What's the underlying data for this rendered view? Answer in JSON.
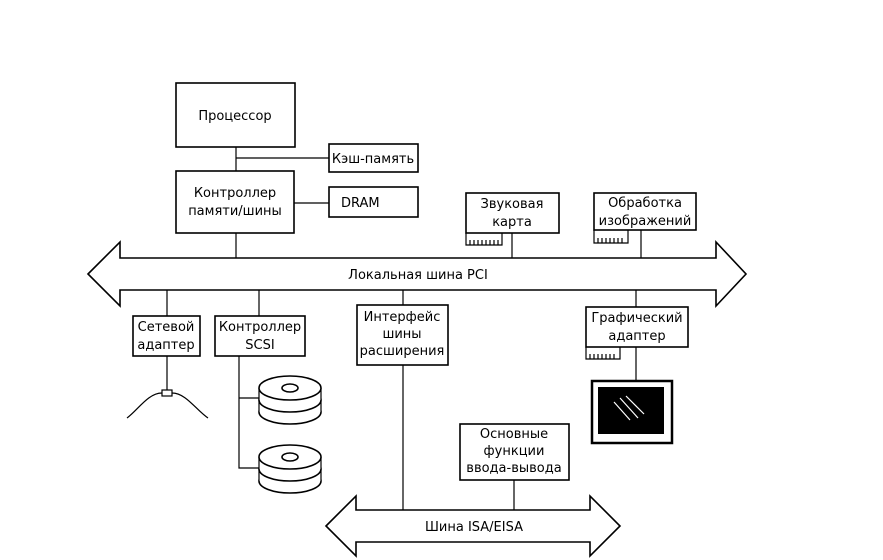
{
  "nodes": {
    "cpu": "Процессор",
    "cache": "Кэш-память",
    "mem_ctrl": [
      "Контроллер",
      "памяти/шины"
    ],
    "dram": "DRAM",
    "sound": [
      "Звуковая",
      "карта"
    ],
    "imaging": [
      "Обработка",
      "изображений"
    ],
    "network": [
      "Сетевой",
      "адаптер"
    ],
    "scsi": [
      "Контроллер",
      "SCSI"
    ],
    "expansion": [
      "Интерфейс",
      "шины",
      "расширения"
    ],
    "graphics": [
      "Графический",
      "адаптер"
    ],
    "io": [
      "Основные",
      "функции",
      "ввода-вывода"
    ]
  },
  "buses": {
    "pci": "Локальная шина PCI",
    "isa": "Шина ISA/EISA"
  },
  "icons": {
    "network_cable": "network-cable-icon",
    "disk_stack": "disk-stack-icon",
    "monitor": "monitor-icon",
    "card_edge": "card-edge-connector-icon"
  }
}
